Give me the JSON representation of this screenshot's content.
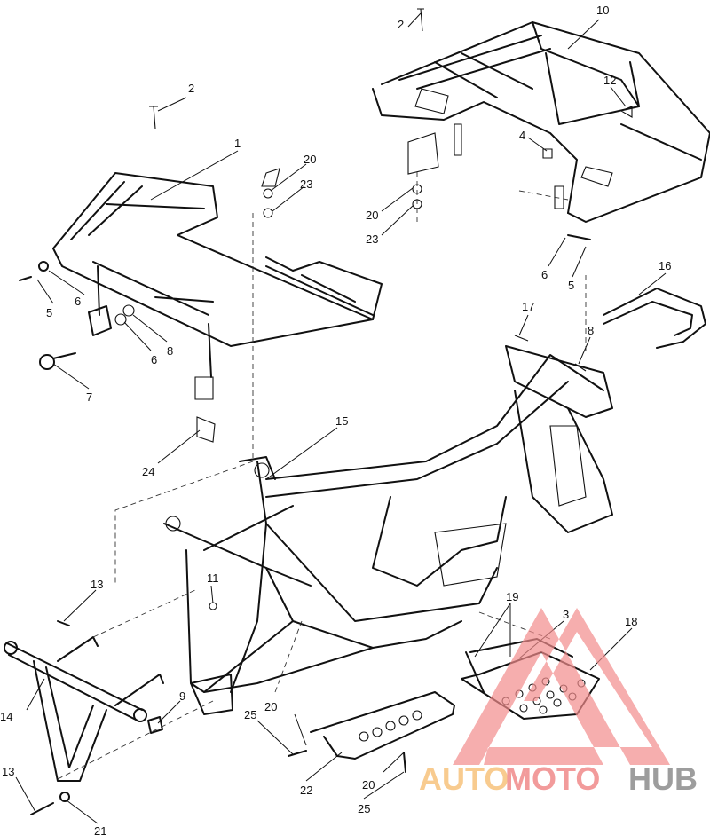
{
  "diagram": {
    "type": "exploded parts diagram",
    "callouts": [
      "2",
      "10",
      "12",
      "4",
      "20",
      "23",
      "6",
      "5",
      "2",
      "1",
      "20",
      "23",
      "5",
      "6",
      "8",
      "6",
      "7",
      "24",
      "16",
      "17",
      "8",
      "15",
      "13",
      "11",
      "19",
      "3",
      "18",
      "14",
      "9",
      "20",
      "25",
      "22",
      "20",
      "25",
      "13",
      "21"
    ]
  },
  "watermark": {
    "part1": "AUTO",
    "part2": "MOTO",
    "part3": "HUB",
    "colors": {
      "auto": "#f7c27c",
      "moto": "#f08a8a",
      "hub": "#8c8c8c",
      "triangle": "#f28b8b"
    }
  }
}
